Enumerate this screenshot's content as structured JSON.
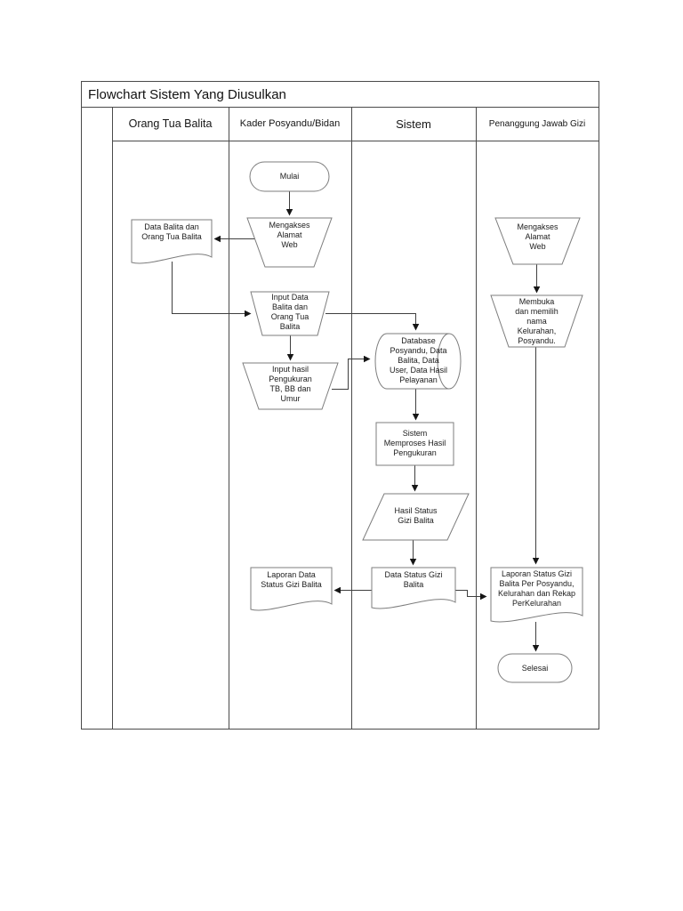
{
  "title": "Flowchart Sistem Yang Diusulkan",
  "lanes": [
    "Orang Tua Balita",
    "Kader Posyandu/Bidan",
    "Sistem",
    "Penanggung Jawab Gizi"
  ],
  "nodes": {
    "mulai": {
      "type": "terminator",
      "lane": "Kader Posyandu/Bidan",
      "label": "Mulai"
    },
    "mengakses_web_kader": {
      "type": "manual-operation",
      "lane": "Kader Posyandu/Bidan",
      "label": "Mengakses\nAlamat\nWeb"
    },
    "data_balita_document": {
      "type": "document",
      "lane": "Orang Tua Balita",
      "label": "Data Balita dan\nOrang Tua Balita"
    },
    "input_data_balita": {
      "type": "manual-operation",
      "lane": "Kader Posyandu/Bidan",
      "label": "Input Data\nBalita dan\nOrang Tua\nBalita"
    },
    "input_hasil_pengukuran": {
      "type": "manual-operation",
      "lane": "Kader Posyandu/Bidan",
      "label": "Input hasil\nPengukuran\nTB, BB dan\nUmur"
    },
    "database": {
      "type": "direct-access-storage",
      "lane": "Sistem",
      "label": "Database\nPosyandu, Data\nBalita, Data\nUser, Data Hasil\nPelayanan"
    },
    "sistem_memproses": {
      "type": "process",
      "lane": "Sistem",
      "label": "Sistem\nMemproses Hasil\nPengukuran"
    },
    "hasil_status_gizi": {
      "type": "data",
      "lane": "Sistem",
      "label": "Hasil Status\nGizi Balita"
    },
    "data_status_gizi_document": {
      "type": "document",
      "lane": "Sistem",
      "label": "Data Status Gizi\nBalita"
    },
    "laporan_data_document": {
      "type": "document",
      "lane": "Kader Posyandu/Bidan",
      "label": "Laporan Data\nStatus Gizi Balita"
    },
    "mengakses_web_pj": {
      "type": "manual-operation",
      "lane": "Penanggung Jawab Gizi",
      "label": "Mengakses\nAlamat\nWeb"
    },
    "membuka_memilih": {
      "type": "manual-operation",
      "lane": "Penanggung Jawab Gizi",
      "label": "Membuka\ndan memilih\nnama\nKelurahan,\nPosyandu."
    },
    "laporan_status_document": {
      "type": "document",
      "lane": "Penanggung Jawab Gizi",
      "label": "Laporan Status Gizi\nBalita Per Posyandu,\nKelurahan dan Rekap\nPerKelurahan"
    },
    "selesai": {
      "type": "terminator",
      "lane": "Penanggung Jawab Gizi",
      "label": "Selesai"
    }
  },
  "colors": {
    "background": "#ffffff",
    "table_border": "#4a4a4a",
    "shape_border": "#7d7d7d",
    "connector": "#3f3f3f",
    "arrowhead": "#161616",
    "text": "#1c1c1c"
  }
}
